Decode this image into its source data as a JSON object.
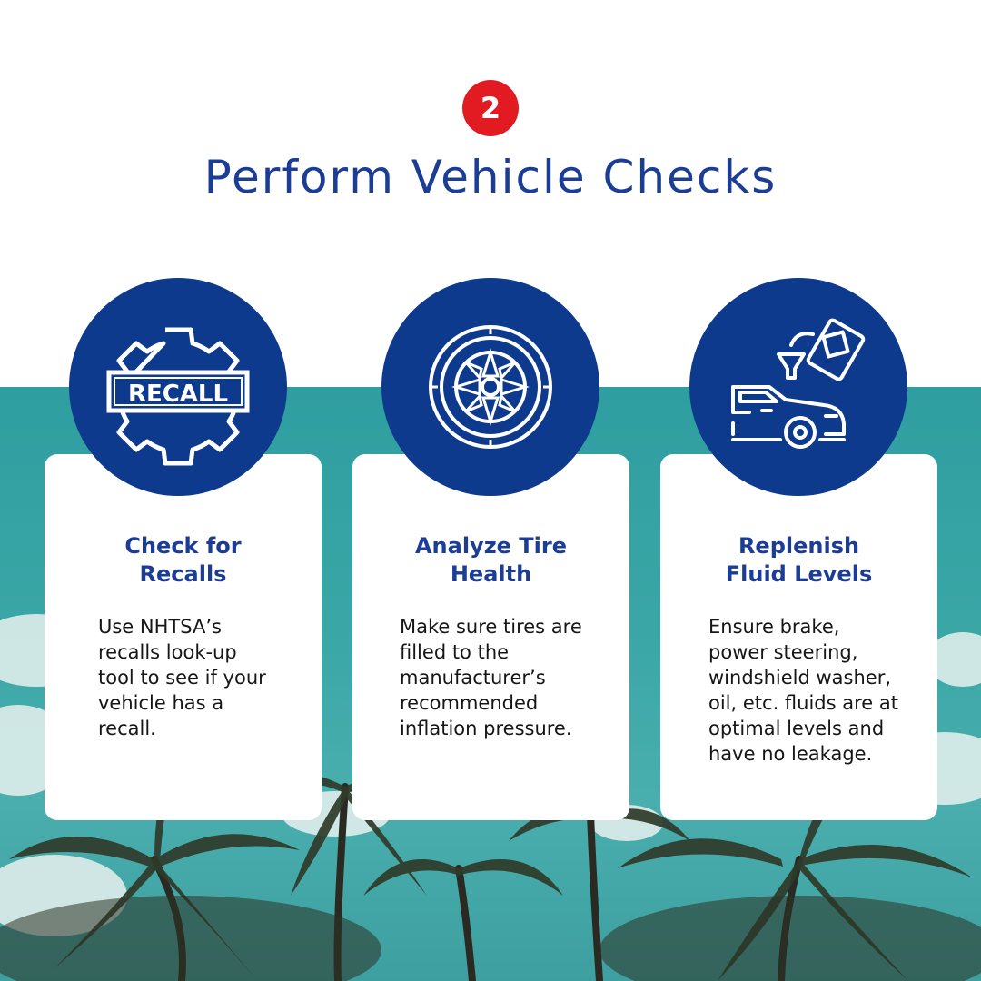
{
  "step_number": "2",
  "title": "Perform Vehicle Checks",
  "colors": {
    "accent_red": "#e21b23",
    "brand_blue": "#0d3a8c",
    "heading_blue": "#1b3d96",
    "sky": "#3aa6a6"
  },
  "cards": [
    {
      "icon": "recall-gear-icon",
      "icon_text": "RECALL",
      "title": "Check for\nRecalls",
      "body": "Use NHTSA’s\nrecalls look-up\ntool to see if your\nvehicle has a\nrecall."
    },
    {
      "icon": "tire-icon",
      "title": "Analyze Tire\nHealth",
      "body": "Make sure tires are\nfilled to the\nmanufacturer’s\nrecommended\ninflation pressure."
    },
    {
      "icon": "car-fluid-icon",
      "title": "Replenish\nFluid Levels",
      "body": "Ensure brake,\npower steering,\nwindshield washer,\noil, etc. fluids are at\noptimal levels and\nhave no leakage."
    }
  ]
}
